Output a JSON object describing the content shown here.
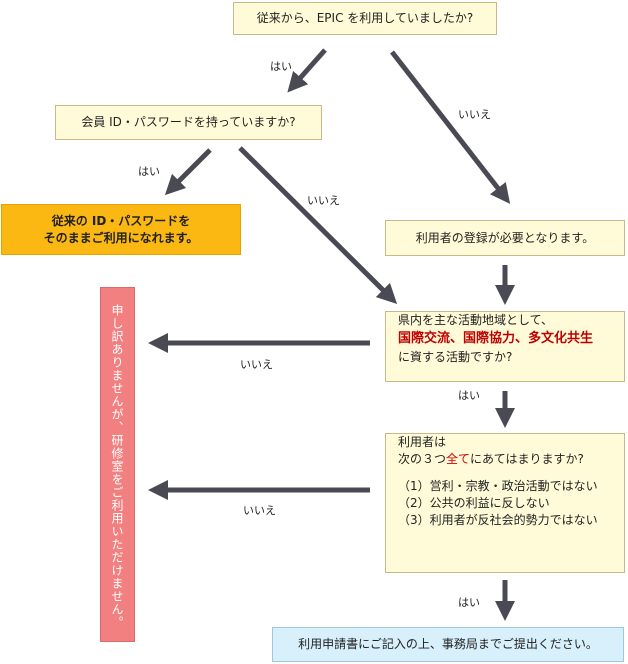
{
  "q1": "従来から、EPIC を利用していましたか?",
  "q2": "会員 ID・パスワードを持っていますか?",
  "result_existing_line1": "従来の ID・パスワードを",
  "result_existing_line2": "そのままご利用になれます。",
  "result_register": "利用者の登録が必要となります。",
  "q3": {
    "line1": "県内を主な活動地域として、",
    "highlight": "国際交流、国際協力、多文化共生",
    "line3": "に資する活動ですか?"
  },
  "q4": {
    "line1": "利用者は",
    "line2_pre": "次の３つ",
    "line2_red": "全て",
    "line2_post": "にあてはまりますか?",
    "items": [
      "（1）営利・宗教・政治活動ではない",
      "（2）公共の利益に反しない",
      "（3）利用者が反社会的勢力ではない"
    ]
  },
  "final": "利用申請書にご記入の上、事務局までご提出ください。",
  "sorry": "申し訳ありませんが、研修室をご利用いただけません。",
  "labels": {
    "yes1": "はい",
    "no1": "いいえ",
    "yes2": "はい",
    "no2": "いいえ",
    "no3": "いいえ",
    "yes3": "はい",
    "no4": "いいえ",
    "yes4": "はい"
  },
  "colors": {
    "arrow": "#4a4a55",
    "question_box": "#fffbd8",
    "result_orange": "#fbb812",
    "final_box": "#d8f0fb",
    "sorry_box": "#f28080",
    "highlight_text": "#c00000"
  }
}
